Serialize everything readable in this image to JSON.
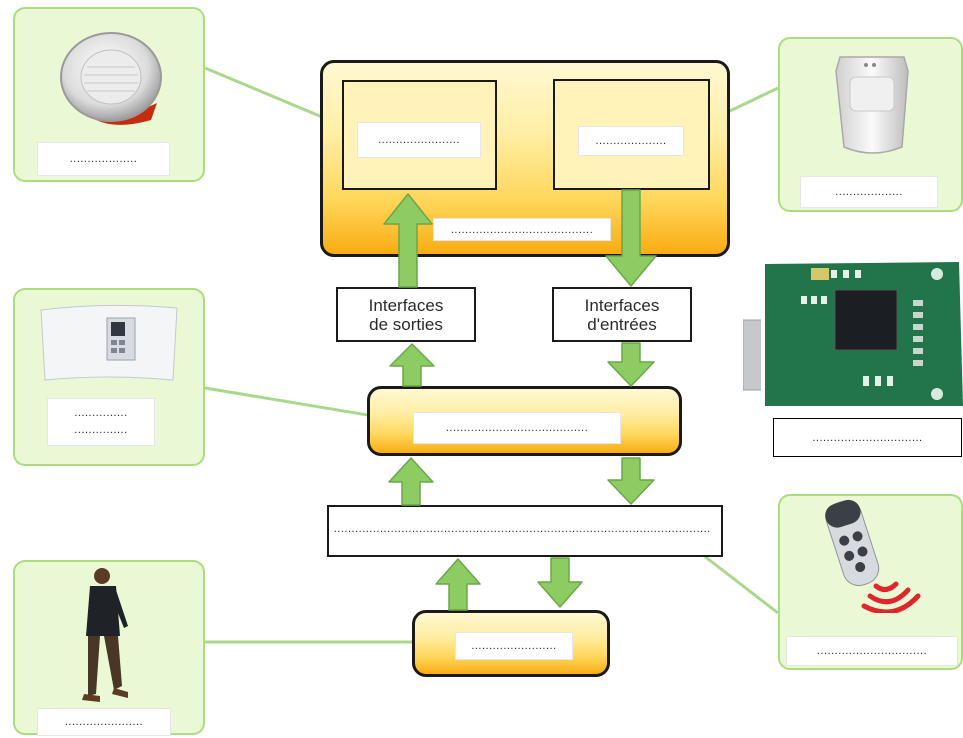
{
  "devices": {
    "siren": {
      "label": "..................."
    },
    "detector": {
      "label": "..................."
    },
    "keypad": {
      "label_line1": "...............",
      "label_line2": "..............."
    },
    "person": {
      "label": "......................"
    },
    "remote": {
      "label": "..............................."
    },
    "board": {
      "label": "..............................."
    }
  },
  "unit": {
    "left_inner_label": ".......................",
    "right_inner_label": "....................",
    "bottom_label": "........................................"
  },
  "interfaces": {
    "outputs": {
      "line1": "Interfaces",
      "line2": "de sorties"
    },
    "inputs": {
      "line1": "Interfaces",
      "line2": "d'entrées"
    }
  },
  "processing": {
    "label": "........................................"
  },
  "bus": {
    "label": ".......................................................................................................... "
  },
  "sensor_unit": {
    "label": "........................"
  },
  "colors": {
    "panel_bg": "#ebf8d6",
    "panel_border": "#a9dd7e",
    "connector": "#a9d88c",
    "arrow": "#8dcc63",
    "box_top": "#fff8d2",
    "box_bottom": "#f9ac12"
  }
}
